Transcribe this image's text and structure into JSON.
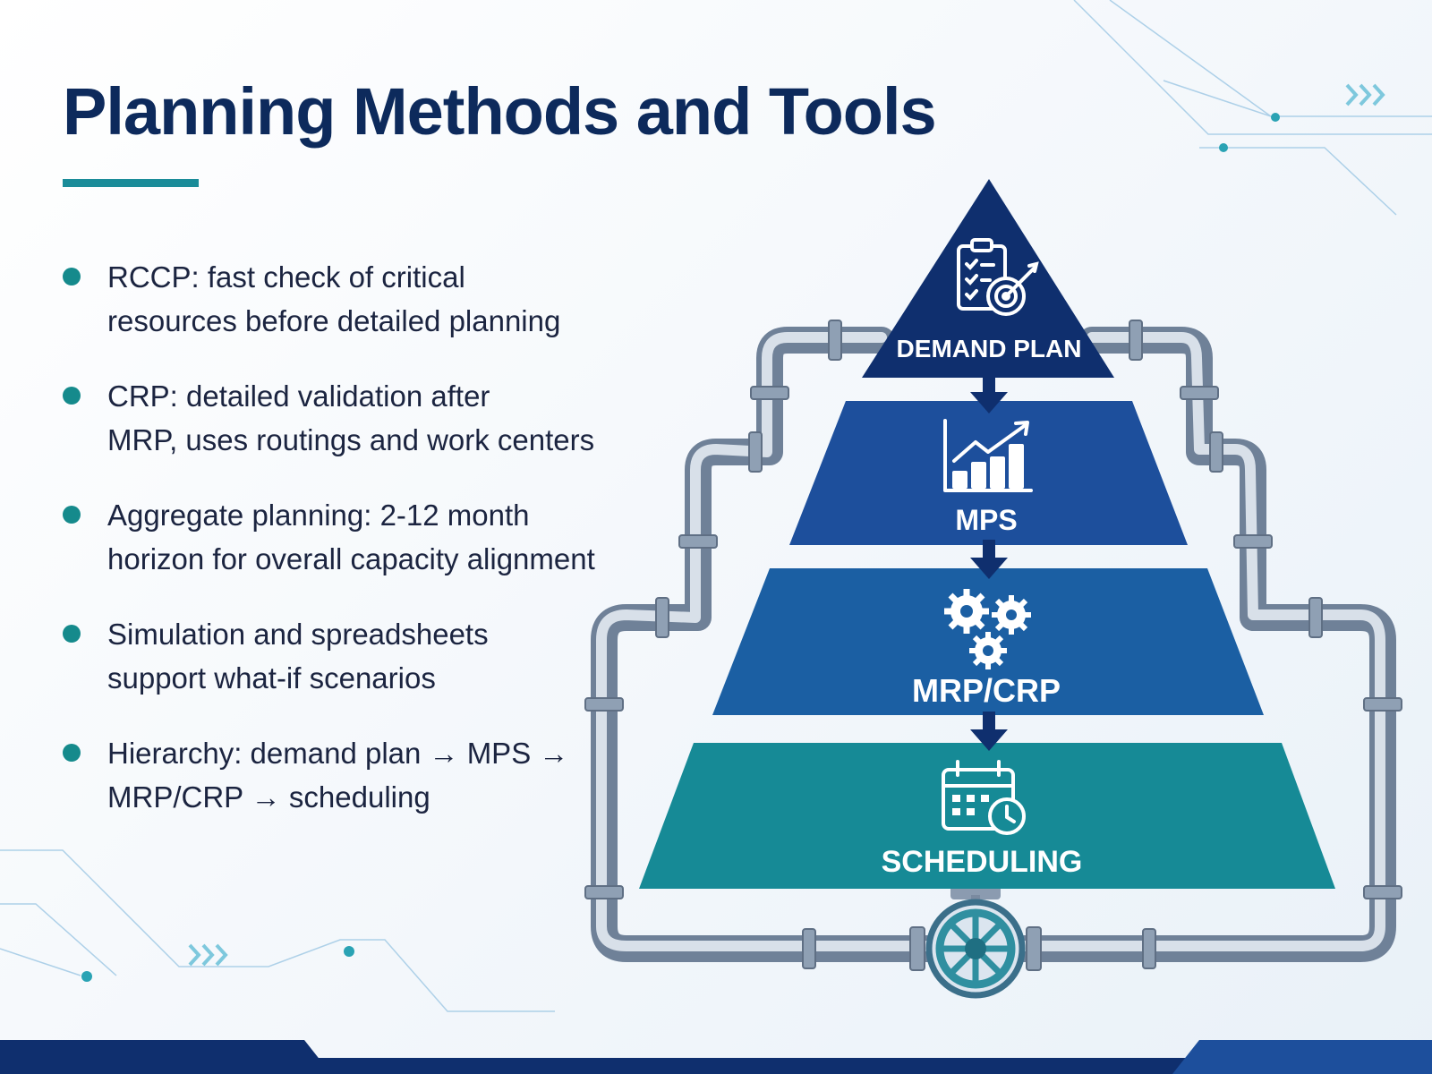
{
  "title": "Planning Methods and Tools",
  "bullets": [
    {
      "line1": "RCCP: fast check of critical",
      "line2": "resources before detailed planning"
    },
    {
      "line1": "CRP: detailed validation after",
      "line2": "MRP, uses routings and work centers"
    },
    {
      "line1": "Aggregate planning: 2-12 month",
      "line2": "horizon for overall capacity alignment"
    },
    {
      "line1": "Simulation and spreadsheets",
      "line2": "support what-if scenarios"
    },
    {
      "line1": "Hierarchy: demand plan → MPS →",
      "line2": "MRP/CRP → scheduling"
    }
  ],
  "pyramid": {
    "tiers": [
      {
        "label": "DEMAND PLAN",
        "icon": "clipboard-target-icon",
        "color": "#0f2f6e"
      },
      {
        "label": "MPS",
        "icon": "bar-chart-growth-icon",
        "color": "#1d4f9c"
      },
      {
        "label": "MRP/CRP",
        "icon": "gears-icon",
        "color": "#1b5fa3"
      },
      {
        "label": "SCHEDULING",
        "icon": "calendar-clock-icon",
        "color": "#168a96"
      }
    ],
    "flow_icon": "arrow-down-icon",
    "pipe_icon": "pipe-loop",
    "valve_icon": "valve-wheel-icon"
  },
  "colors": {
    "title": "#0d2a5c",
    "accent": "#1a8c99",
    "bullet_dot": "#158a8c"
  }
}
